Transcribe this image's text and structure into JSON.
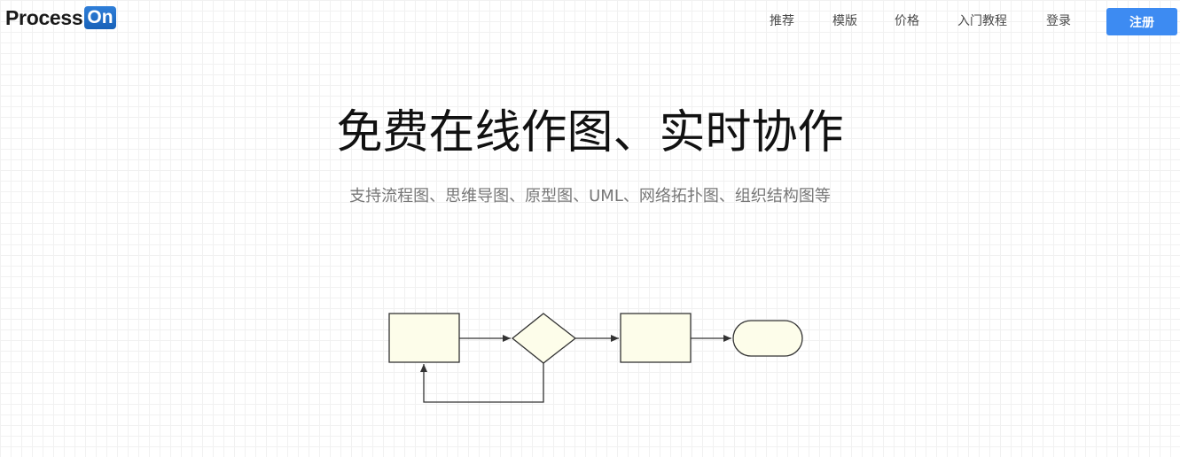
{
  "logo": {
    "part1": "Process",
    "part2": "On"
  },
  "nav": {
    "items": [
      "推荐",
      "模版",
      "价格",
      "入门教程",
      "登录"
    ],
    "register_label": "注册",
    "register_color": "#3d8bf2"
  },
  "hero": {
    "title": "免费在线作图、实时协作",
    "subtitle": "支持流程图、思维导图、原型图、UML、网络拓扑图、组织结构图等"
  },
  "diagram": {
    "shape_fill": "#fdfdea",
    "stroke": "#333333"
  }
}
